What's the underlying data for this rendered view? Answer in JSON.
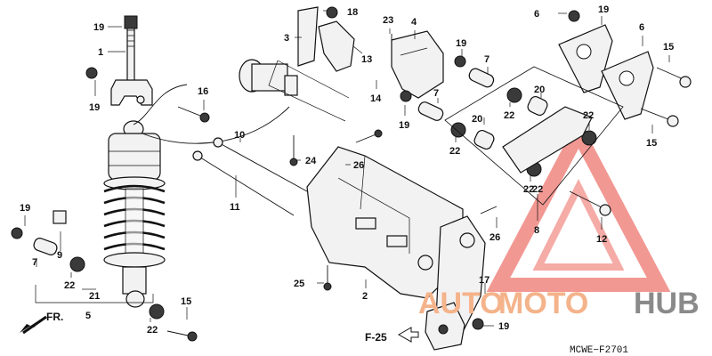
{
  "diagram_code": "MCWE−F2701",
  "direction_ref": "F-25",
  "front_label": "FR.",
  "watermark": {
    "auto": "AUTO",
    "moto": "MOTO",
    "hub": "HUB",
    "color_red": "#e8443a",
    "color_orange": "#f4b38a",
    "color_gray": "#8a8a8a"
  },
  "callouts": [
    {
      "id": "c19a",
      "text": "19"
    },
    {
      "id": "c1",
      "text": "1"
    },
    {
      "id": "c19b",
      "text": "19"
    },
    {
      "id": "c16",
      "text": "16"
    },
    {
      "id": "c18",
      "text": "18"
    },
    {
      "id": "c3",
      "text": "3"
    },
    {
      "id": "c13",
      "text": "13"
    },
    {
      "id": "c14",
      "text": "14"
    },
    {
      "id": "c23",
      "text": "23"
    },
    {
      "id": "c4",
      "text": "4"
    },
    {
      "id": "c19c",
      "text": "19"
    },
    {
      "id": "c7a",
      "text": "7"
    },
    {
      "id": "c19d",
      "text": "19"
    },
    {
      "id": "c7b",
      "text": "7"
    },
    {
      "id": "c6a",
      "text": "6"
    },
    {
      "id": "c19e",
      "text": "19"
    },
    {
      "id": "c6b",
      "text": "6"
    },
    {
      "id": "c15a",
      "text": "15"
    },
    {
      "id": "c20a",
      "text": "20"
    },
    {
      "id": "c22a",
      "text": "22"
    },
    {
      "id": "c20b",
      "text": "20"
    },
    {
      "id": "c22b",
      "text": "22"
    },
    {
      "id": "c22c",
      "text": "22"
    },
    {
      "id": "c22d",
      "text": "22"
    },
    {
      "id": "c15b",
      "text": "15"
    },
    {
      "id": "c10",
      "text": "10"
    },
    {
      "id": "c24",
      "text": "24"
    },
    {
      "id": "c26a",
      "text": "26"
    },
    {
      "id": "c11",
      "text": "11"
    },
    {
      "id": "c22e",
      "text": "22"
    },
    {
      "id": "c8",
      "text": "8"
    },
    {
      "id": "c12",
      "text": "12"
    },
    {
      "id": "c26b",
      "text": "26"
    },
    {
      "id": "c19f",
      "text": "19"
    },
    {
      "id": "c9",
      "text": "9"
    },
    {
      "id": "c7c",
      "text": "7"
    },
    {
      "id": "c22f",
      "text": "22"
    },
    {
      "id": "c21",
      "text": "21"
    },
    {
      "id": "c5",
      "text": "5"
    },
    {
      "id": "c15c",
      "text": "15"
    },
    {
      "id": "c22g",
      "text": "22"
    },
    {
      "id": "c25",
      "text": "25"
    },
    {
      "id": "c2",
      "text": "2"
    },
    {
      "id": "c17",
      "text": "17"
    },
    {
      "id": "c19g",
      "text": "19"
    }
  ]
}
